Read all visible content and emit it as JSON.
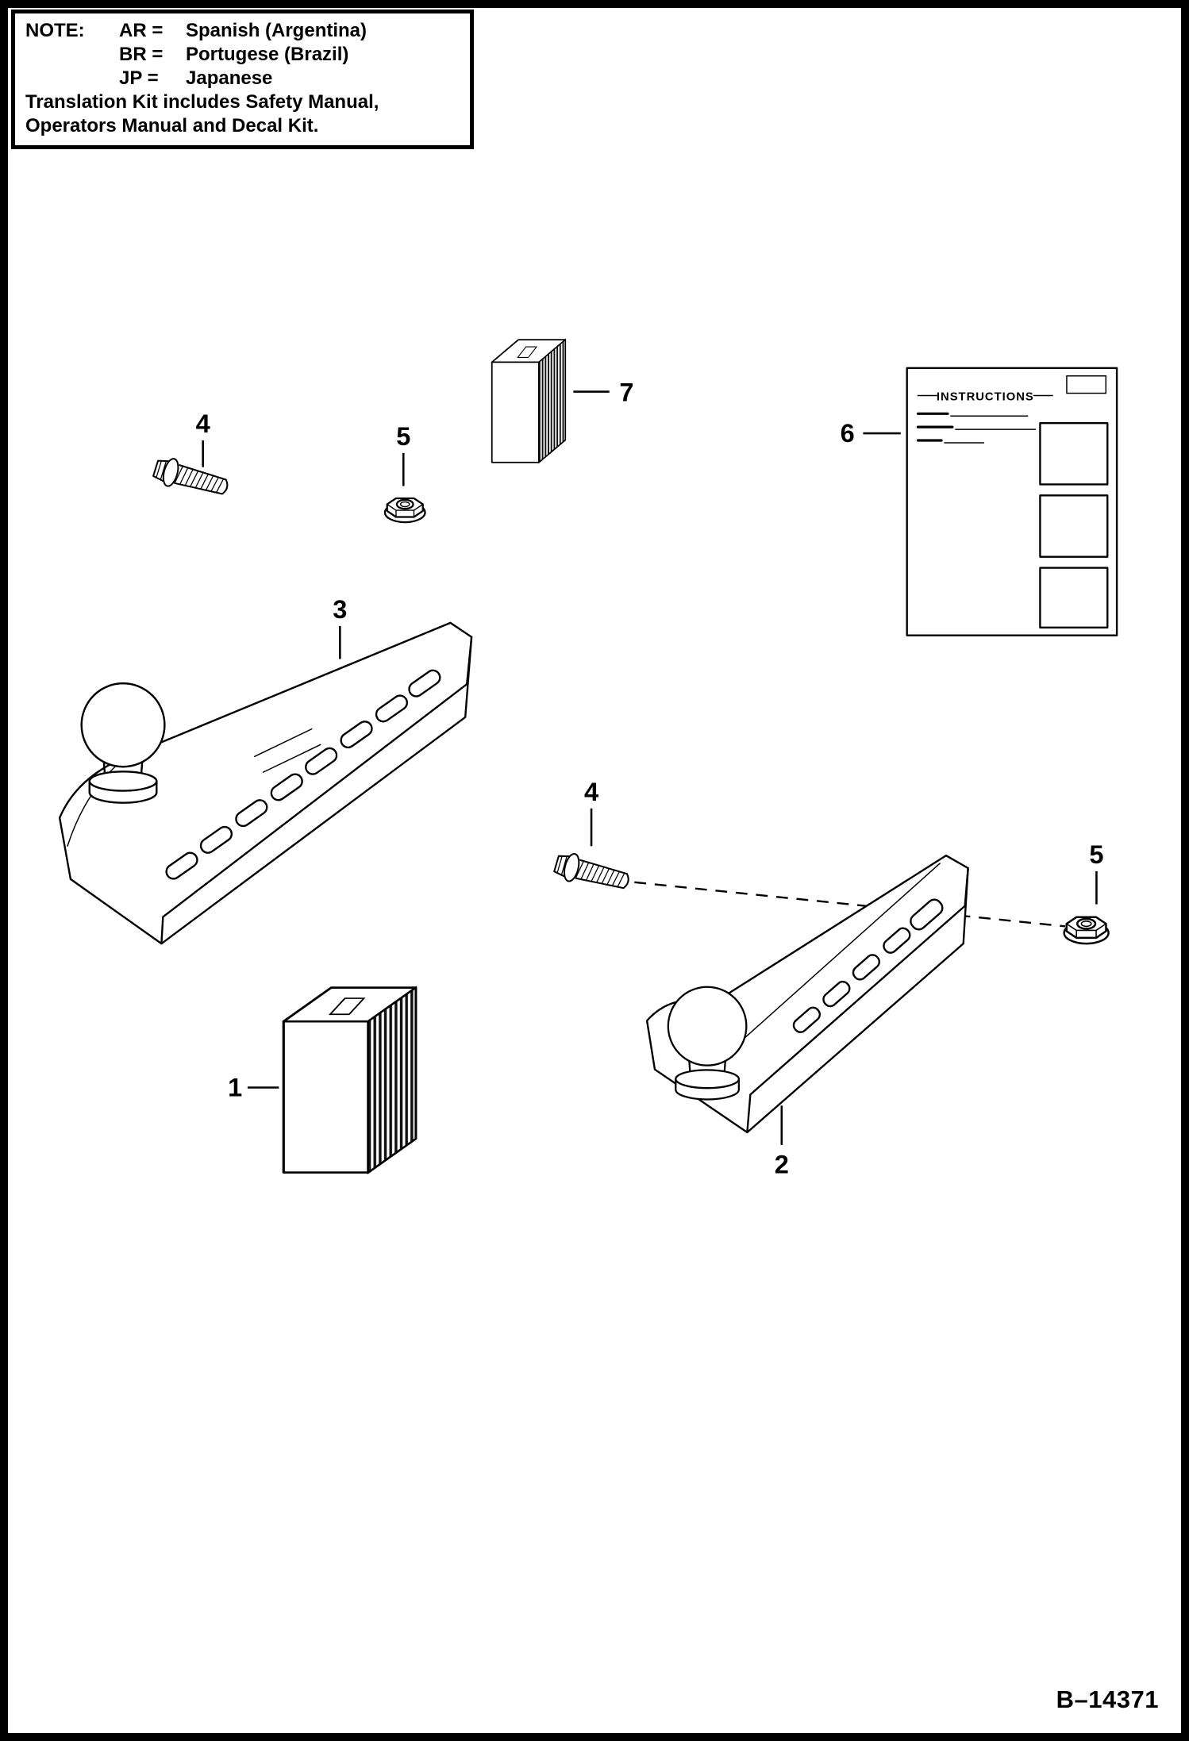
{
  "note": {
    "title": "NOTE:",
    "entries": [
      {
        "abbr": "AR =",
        "language": "Spanish (Argentina)"
      },
      {
        "abbr": "BR =",
        "language": "Portugese (Brazil)"
      },
      {
        "abbr": "JP =",
        "language": "Japanese"
      }
    ],
    "line1": "Translation Kit includes Safety Manual,",
    "line2": "Operators Manual and Decal Kit."
  },
  "callouts": {
    "c1": "1",
    "c2": "2",
    "c3": "3",
    "c4": "4",
    "c5": "5",
    "c6": "6",
    "c7": "7"
  },
  "instruction_sheet": {
    "title": "INSTRUCTIONS"
  },
  "footer": {
    "drawing_number": "B–14371"
  },
  "colors": {
    "ink": "#000000",
    "paper": "#ffffff"
  }
}
